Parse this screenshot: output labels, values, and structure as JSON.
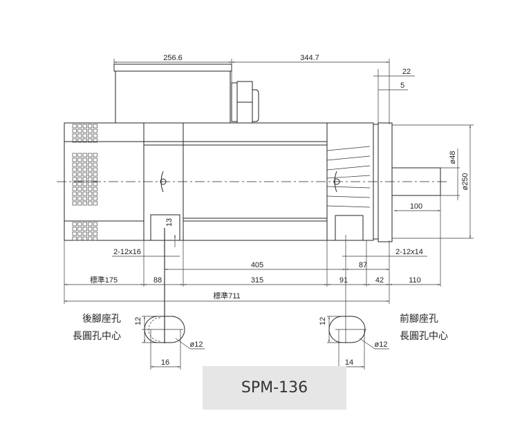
{
  "drawing": {
    "dimensions": {
      "box_length": "256.6",
      "box_to_flange": "344.7",
      "flange_22": "22",
      "flange_5": "5",
      "shaft_dia": "ø48",
      "flange_dia": "ø250",
      "shaft_length": "100",
      "rear_holes": "2-12x16",
      "front_holes": "2-12x14",
      "foot_span": "405",
      "front_foot_offset": "87",
      "rear_std": "標準175",
      "rear_foot": "88",
      "mid": "315",
      "front_foot": "91",
      "flange_part": "42",
      "shaft_ext": "110",
      "total_std": "標準711",
      "foot_height": "13"
    },
    "rear_hole": {
      "label_1": "後腳座孔",
      "label_2": "長圓孔中心",
      "height": "12",
      "width": "16",
      "dia": "ø12"
    },
    "front_hole": {
      "label_1": "前腳座孔",
      "label_2": "長圓孔中心",
      "height": "12",
      "width": "14",
      "dia": "ø12"
    }
  },
  "model": "SPM-136"
}
